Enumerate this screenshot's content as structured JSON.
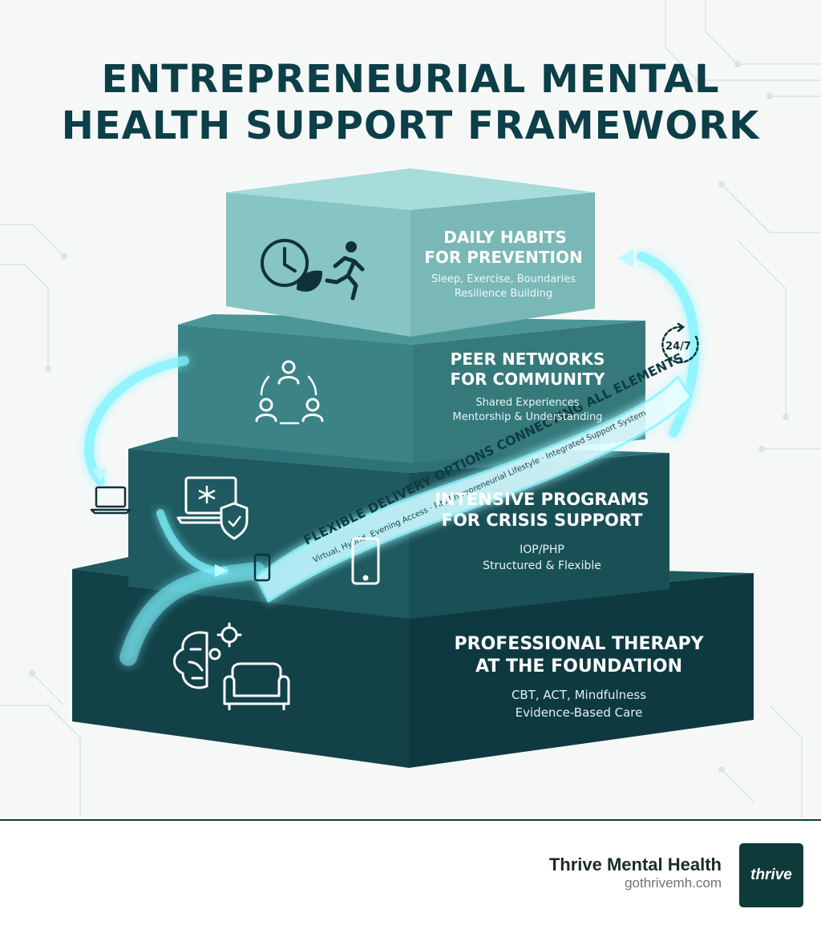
{
  "title": {
    "line1": "ENTREPRENEURIAL MENTAL",
    "line2": "HEALTH SUPPORT FRAMEWORK"
  },
  "tiers": [
    {
      "heading_line1": "DAILY HABITS",
      "heading_line2": "FOR PREVENTION",
      "sub_line1": "Sleep, Exercise, Boundaries",
      "sub_line2": "Resilience Building",
      "icons": [
        "clock-leaf-icon",
        "running-person-icon"
      ]
    },
    {
      "heading_line1": "PEER NETWORKS",
      "heading_line2": "FOR COMMUNITY",
      "sub_line1": "Shared Experiences",
      "sub_line2": "Mentorship & Understanding",
      "icons": [
        "community-circle-icon"
      ]
    },
    {
      "heading_line1": "INTENSIVE PROGRAMS",
      "heading_line2": "FOR CRISIS SUPPORT",
      "sub_line1": "IOP/PHP",
      "sub_line2": "Structured & Flexible",
      "icons": [
        "laptop-medical-shield-icon",
        "tablet-icon"
      ]
    },
    {
      "heading_line1": "PROFESSIONAL THERAPY",
      "heading_line2": "AT THE FOUNDATION",
      "sub_line1": "CBT, ACT, Mindfulness",
      "sub_line2": "Evidence-Based Care",
      "icons": [
        "brain-gears-icon",
        "couch-icon"
      ]
    }
  ],
  "ribbon": {
    "main": "FLEXIBLE DELIVERY OPTIONS CONNECTING ALL ELEMENTS",
    "sub": "Virtual, Hybrid, Evening Access · Fits Entrepreneurial Lifestyle · Integrated Support System",
    "badge": "24/7",
    "icons": [
      "laptop-icon",
      "phone-icon",
      "24-7-clock-icon"
    ]
  },
  "footer": {
    "brand": "Thrive Mental Health",
    "url": "gothrivemh.com",
    "logo_text": "thrive"
  },
  "colors": {
    "title": "#0c3f47",
    "tier1": "#7fc2c0",
    "tier2": "#3f8a8b",
    "tier3": "#205e62",
    "tier4": "#0f3e44",
    "glow": "#7ff3ff"
  }
}
